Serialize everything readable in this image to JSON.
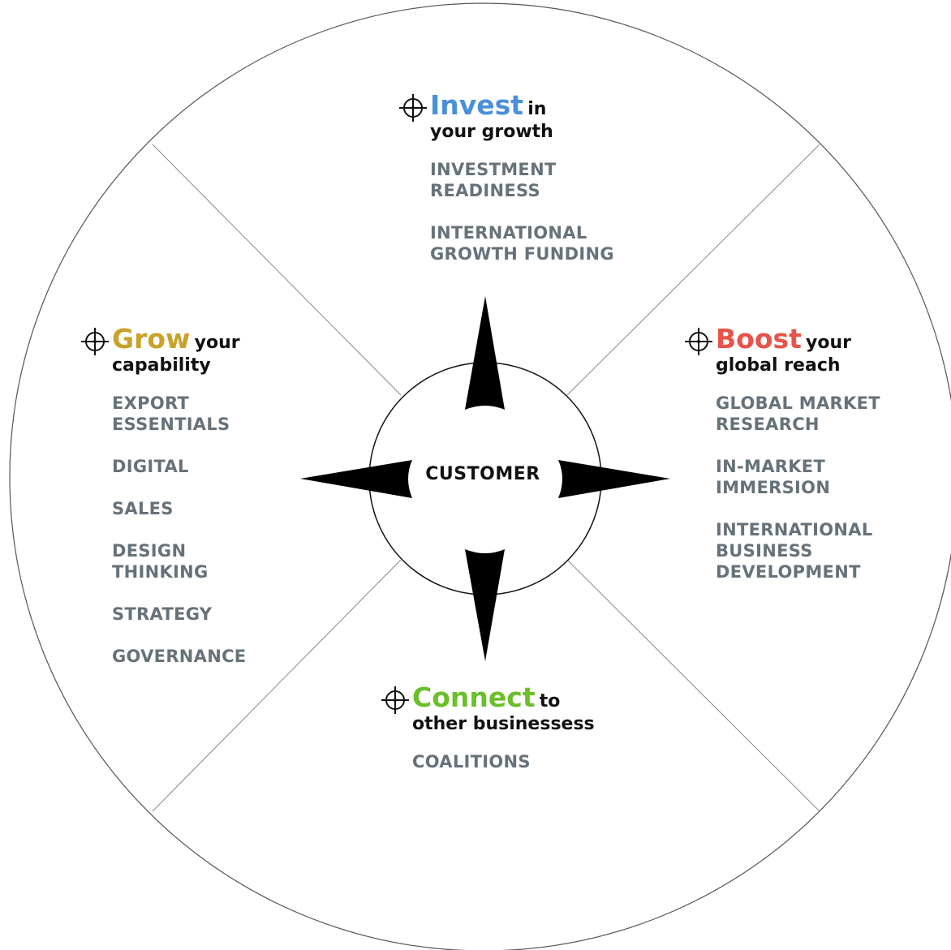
{
  "center": {
    "label": "CUSTOMER"
  },
  "colors": {
    "invest": "#4a90d9",
    "grow": "#c9a227",
    "boost": "#e8534a",
    "connect": "#6bbf2a",
    "items": "#66727a",
    "outline": "#555555"
  },
  "sections": {
    "invest": {
      "keyword": "Invest",
      "rest": "in",
      "sub": "your growth",
      "items": [
        "INVESTMENT\nREADINESS",
        "INTERNATIONAL\nGROWTH FUNDING"
      ]
    },
    "grow": {
      "keyword": "Grow",
      "rest": "your",
      "sub": "capability",
      "items": [
        "EXPORT\nESSENTIALS",
        "DIGITAL",
        "SALES",
        "DESIGN\nTHINKING",
        "STRATEGY",
        "GOVERNANCE"
      ]
    },
    "boost": {
      "keyword": "Boost",
      "rest": "your",
      "sub": "global reach",
      "items": [
        "GLOBAL MARKET\nRESEARCH",
        "IN-MARKET\nIMMERSION",
        "INTERNATIONAL\nBUSINESS\nDEVELOPMENT"
      ]
    },
    "connect": {
      "keyword": "Connect",
      "rest": "to",
      "sub": "other businessess",
      "items": [
        "COALITIONS"
      ]
    }
  },
  "icons": {
    "section_marker": "crosshair-target-icon",
    "compass": "compass-arrows-icon"
  }
}
